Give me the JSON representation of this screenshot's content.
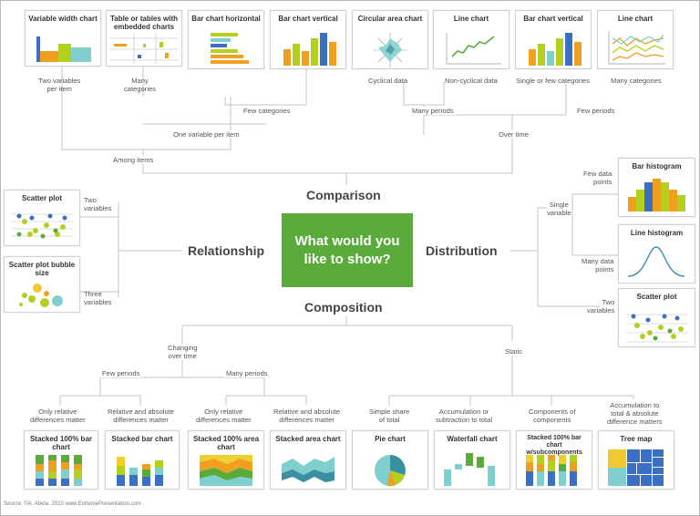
{
  "center_question": "What would you\nlike to show?",
  "categories": {
    "comparison": "Comparison",
    "relationship": "Relationship",
    "distribution": "Distribution",
    "composition": "Composition"
  },
  "cards": {
    "variable_width": "Variable width chart",
    "table_embedded": "Table or tables with embedded charts",
    "bar_horizontal": "Bar chart horizontal",
    "bar_vertical_1": "Bar chart vertical",
    "circular_area": "Circular area chart",
    "line_chart_1": "Line chart",
    "bar_vertical_2": "Bar chart vertical",
    "line_chart_2": "Line chart",
    "scatter_plot": "Scatter plot",
    "scatter_bubble": "Scatter plot bubble size",
    "bar_histogram": "Bar histogram",
    "line_histogram": "Line histogram",
    "scatter_plot_dist": "Scatter plot",
    "stacked_100_bar": "Stacked 100% bar chart",
    "stacked_bar": "Stacked bar chart",
    "stacked_100_area": "Stacked 100% area chart",
    "stacked_area": "Stacked area chart",
    "pie": "Pie chart",
    "waterfall": "Waterfall chart",
    "stacked_100_sub": "Stacked 100% bar chart w/subcomponents",
    "tree_map": "Tree map"
  },
  "labels": {
    "two_variables_per_item": "Two variables\nper item",
    "many_categories_1": "Many\ncategories",
    "cyclical_data": "Cyclical data",
    "non_cyclical_data": "Non-cyclical data",
    "single_or_few_categories": "Single or few categories",
    "many_categories_2": "Many categories",
    "few_categories": "Few categories",
    "many_periods": "Many periods",
    "few_periods_top": "Few periods",
    "one_variable_per_item": "One variable per item",
    "over_time": "Over time",
    "among_items": "Among items",
    "two_variables": "Two\nvariables",
    "three_variables": "Three\nvariables",
    "few_data_points": "Few data\npoints",
    "single_variable": "Single\nvariable",
    "many_data_points": "Many data\npoints",
    "two_variables_dist": "Two\nvariables",
    "changing_over_time": "Changing\nover time",
    "static": "Static",
    "few_periods": "Few periods",
    "many_periods_comp": "Many periods",
    "only_relative_1": "Only relative\ndifferences matter",
    "relative_absolute_1": "Relative and absolute\ndifferences matter",
    "only_relative_2": "Only relative\ndifferences matter",
    "relative_absolute_2": "Relative and absolute\ndifferences matter",
    "simple_share": "Simple share\nof total",
    "accumulation_subtraction": "Accumulation or\nsubtraction to total",
    "components_of_components": "Components of\ncomponents",
    "accumulation_absolute": "Accumulation to\ntotal & absolute\ndifference matters"
  },
  "source": "Source: ©A. Abela, 2010  www.ExtremePresentation.com",
  "colors": {
    "green": "#5aaa3c",
    "yellow_green": "#b5cf1e",
    "orange": "#f0a020",
    "blue": "#3a6fc4",
    "teal": "#7fcfcf",
    "line": "#c8c8c8"
  }
}
